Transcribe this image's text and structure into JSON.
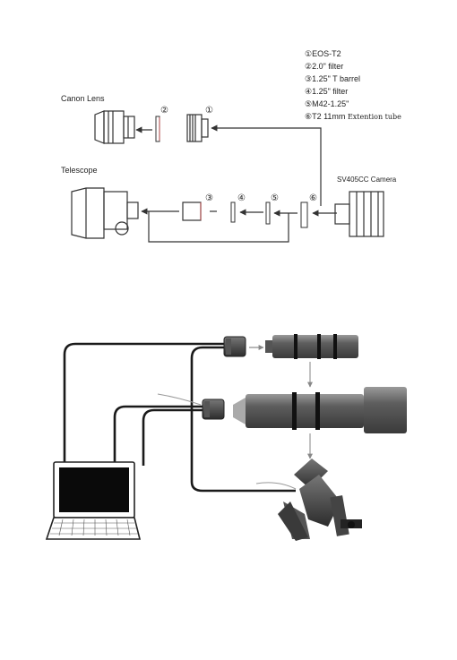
{
  "top_diagram": {
    "legend": [
      {
        "num": "①",
        "text": "EOS-T2"
      },
      {
        "num": "②",
        "text": "2.0\" filter"
      },
      {
        "num": "③",
        "text": "1.25\" T barrel"
      },
      {
        "num": "④",
        "text": "1.25\" filter"
      },
      {
        "num": "⑤",
        "text": "M42-1.25\""
      },
      {
        "num": "⑥",
        "text": "T2 11mm",
        "suffix": "Extention tube"
      }
    ],
    "canon_lens_label": "Canon Lens",
    "telescope_label": "Telescope",
    "camera_label": "SV405CC Camera",
    "markers": {
      "m1": "①",
      "m2": "②",
      "m3": "③",
      "m4": "④",
      "m5": "⑤",
      "m6": "⑥"
    }
  }
}
